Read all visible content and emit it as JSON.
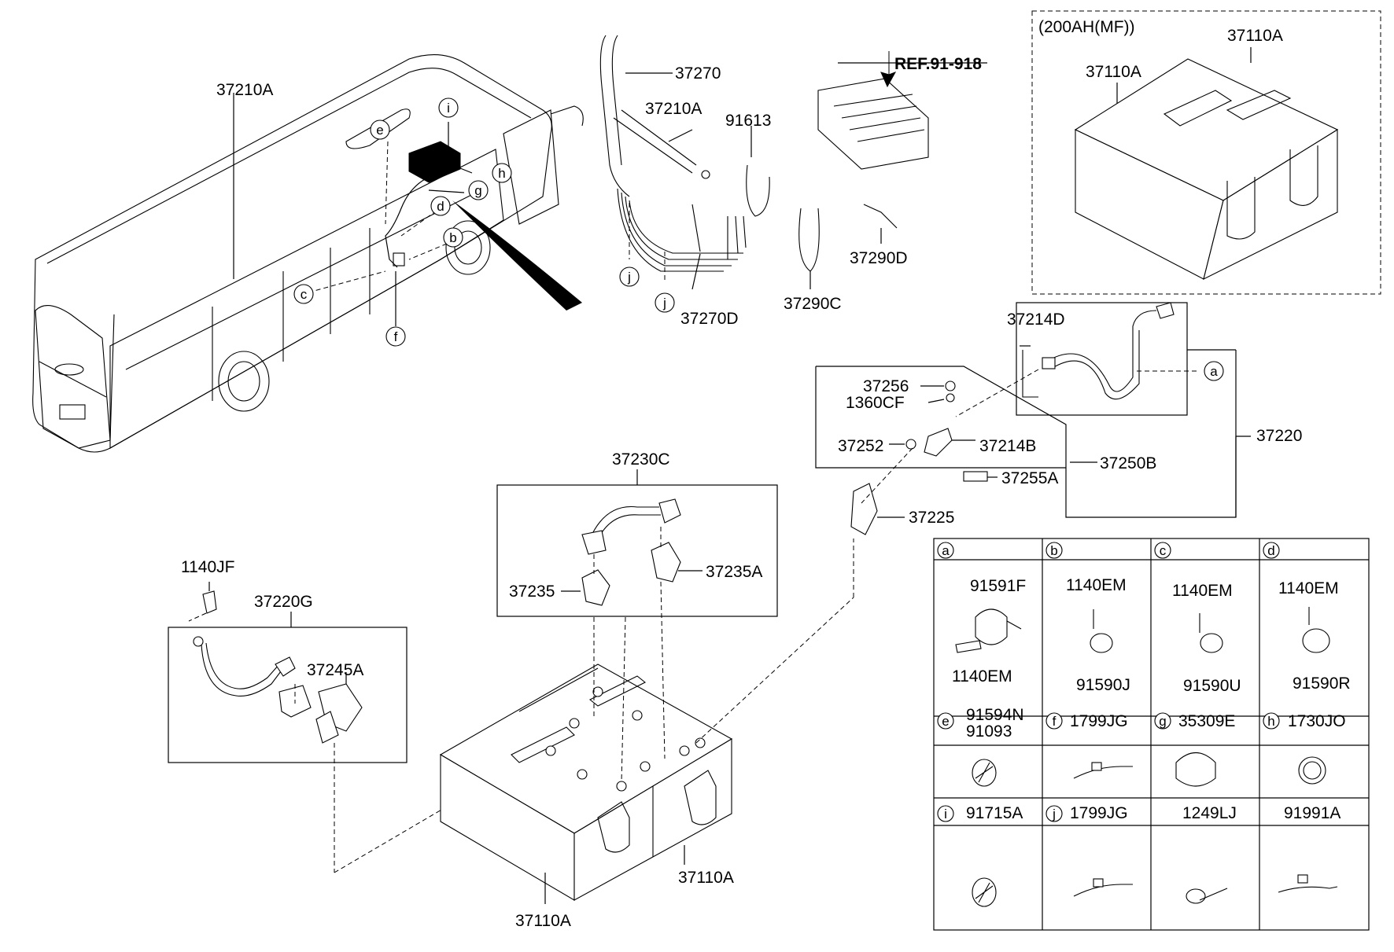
{
  "bus_callouts": [
    "i",
    "e",
    "h",
    "g",
    "d",
    "b",
    "c",
    "f"
  ],
  "labels": {
    "l37210A_bus": "37210A",
    "l37270": "37270",
    "l37210A_cable": "37210A",
    "l91613": "91613",
    "ref": "REF.91-918",
    "l37290D": "37290D",
    "l37270D": "37270D",
    "l37290C": "37290C",
    "j1": "j",
    "j2": "j",
    "inset_title": "(200AH(MF))",
    "l37110A_1": "37110A",
    "l37110A_2": "37110A",
    "l37214D": "37214D",
    "l37256": "37256",
    "l1360CF": "1360CF",
    "l37252": "37252",
    "l37214B": "37214B",
    "l37250B": "37250B",
    "l37220": "37220",
    "l37255A": "37255A",
    "l37225": "37225",
    "a_callout": "a",
    "l37230C": "37230C",
    "l37235": "37235",
    "l37235A": "37235A",
    "l1140JF": "1140JF",
    "l37220G": "37220G",
    "l37245A": "37245A",
    "l37110A_3": "37110A",
    "l37110A_4": "37110A"
  },
  "parts_table": {
    "row1": [
      {
        "key": "a",
        "parts": [
          "91591F",
          "1140EM"
        ]
      },
      {
        "key": "b",
        "parts": [
          "1140EM",
          "91590J"
        ]
      },
      {
        "key": "c",
        "parts": [
          "1140EM",
          "91590U"
        ]
      },
      {
        "key": "d",
        "parts": [
          "1140EM",
          "91590R"
        ]
      }
    ],
    "row2": [
      {
        "key": "e",
        "parts": [
          "91594N",
          "91093"
        ]
      },
      {
        "key": "f",
        "parts": [
          "1799JG"
        ]
      },
      {
        "key": "g",
        "parts": [
          "35309E"
        ]
      },
      {
        "key": "h",
        "parts": [
          "1730JO"
        ]
      }
    ],
    "row3": [
      {
        "key": "i",
        "parts": [
          "91715A"
        ]
      },
      {
        "key": "j",
        "parts": [
          "1799JG"
        ]
      },
      {
        "key": "",
        "parts": [
          "1249LJ"
        ]
      },
      {
        "key": "",
        "parts": [
          "91991A"
        ]
      }
    ]
  }
}
